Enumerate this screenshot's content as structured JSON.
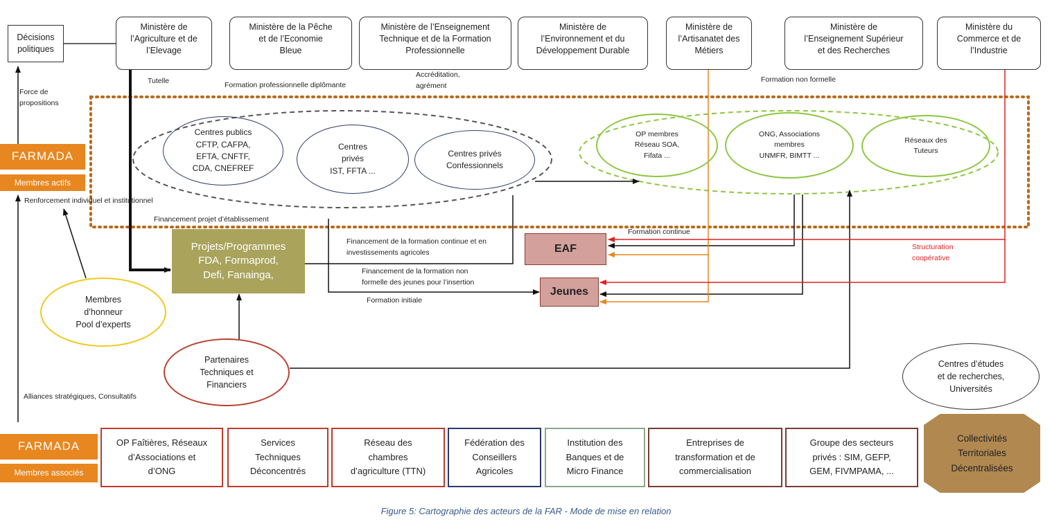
{
  "decisions_label": "Décisions\npolitiques",
  "ministries": [
    "Ministère de\nl’Agriculture et de\nl’Elevage",
    "Ministère de la Pêche\net de l’Economie\nBleue",
    "Ministère de l’Enseignement\nTechnique et de la Formation\nProfessionnelle",
    "Ministère de\nl’Environnement et du\nDéveloppement Durable",
    "Ministère de\nl’Artisanatet des\nMétiers",
    "Ministère de\nl’Enseignement Supérieur\net des Recherches",
    "Ministère du\nCommerce et de\nl’Industrie"
  ],
  "labels": {
    "force": "Force de\npropositions",
    "tutelle": "Tutelle",
    "formation_diplomante": "Formation professionnelle diplômante",
    "accreditation": "Accréditation,\nagrément",
    "formation_non_formelle": "Formation non formelle",
    "renforcement": "Renforcement individuel et institutionnel",
    "financement_projet": "Financement projet d’établissement",
    "formation_continue": "Formation continue",
    "financement_continue": "Financement de la formation continue et en\ninvestissements agricoles",
    "financement_non_formelle": "Financement de la formation non\nformelle des jeunes pour l’insertion",
    "formation_initiale": "Formation initiale",
    "structuration": "Structuration\ncoopérative",
    "alliances": "Alliances stratégiques, Consultatifs"
  },
  "farmada": {
    "name": "FARMADA",
    "members_active": "Membres actifs",
    "members_associated": "Membres associés"
  },
  "centers": {
    "public": "Centres publics\nCFTP, CAFPA,\nEFTA, CNFTF,\nCDA, CNEFREF",
    "private": "Centres\nprivés\nIST, FFTA ...",
    "confessional": "Centres privés\nConfessionnels"
  },
  "non_formal": {
    "op": "OP membres\nRéseau SOA,\nFifata ...",
    "ong": "ONG, Associations\nmembres\nUNMFR, BIMTT ...",
    "tutors": "Réseaux des\nTuteurs"
  },
  "projects": "Projets/Programmes\nFDA, Formaprod,\nDefi, Fanainga,",
  "eaf": "EAF",
  "jeunes": "Jeunes",
  "honor": "Membres\nd’honneur\nPool d’experts",
  "ptf": "Partenaires\nTechniques et\nFinanciers",
  "research": "Centres d’études\net de recherches,\nUniversités",
  "bottom_boxes": [
    "OP Faîtières, Réseaux\nd’Associations et\nd’ONG",
    "Services\nTechniques\nDéconcentrés",
    "Réseau des\nchambres\nd’agriculture (TTN)",
    "Fédération des\nConseillers\nAgricoles",
    "Institution des\nBanques et de\nMicro Finance",
    "Entreprises de\ntransformation et de\ncommercialisation",
    "Groupe des secteurs\nprivés : SIM, GEFP,\nGEM, FIVMPAMA, ..."
  ],
  "collectivites": "Collectivités\nTerritoriales\nDécentralisées",
  "caption": "Figure 5: Cartographie des acteurs de la FAR - Mode de mise en relation",
  "colors": {
    "orange": "#e8861f",
    "olive": "#a9a35c",
    "pink": "#d4a09b",
    "green": "#8cc63f",
    "red": "#e02020",
    "brown": "#b08850",
    "navy": "#2b3a6b"
  }
}
